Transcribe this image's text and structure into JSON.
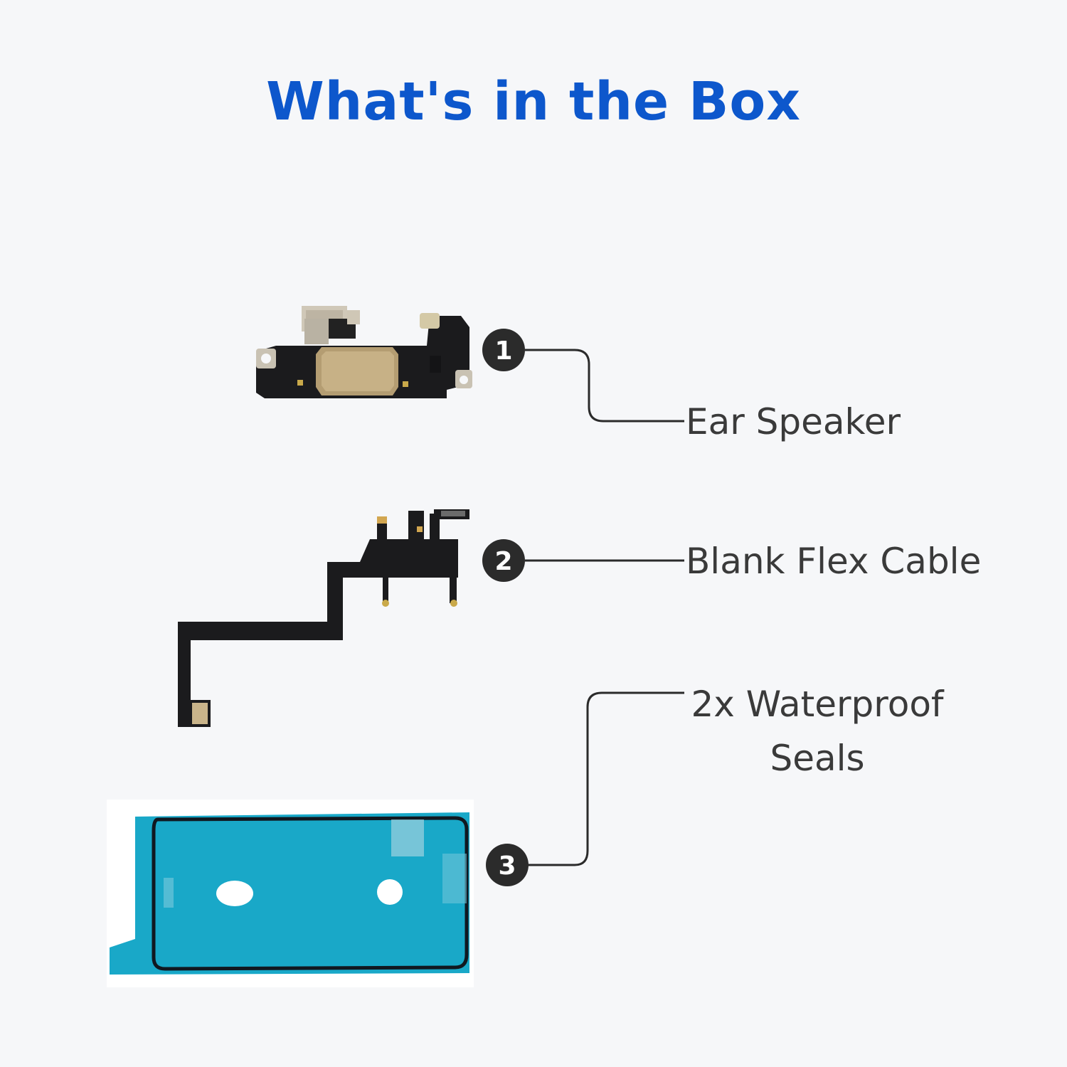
{
  "title": "What's in the Box",
  "items": [
    {
      "number": "1",
      "label": "Ear Speaker"
    },
    {
      "number": "2",
      "label": "Blank Flex Cable"
    },
    {
      "number": "3",
      "label": "2x Waterproof Seals"
    }
  ],
  "colors": {
    "title": "#0d57cc",
    "background": "#f6f7f9",
    "badge": "#2b2b2b",
    "label": "#3a3a3a",
    "seal": "#1fa6c6"
  }
}
